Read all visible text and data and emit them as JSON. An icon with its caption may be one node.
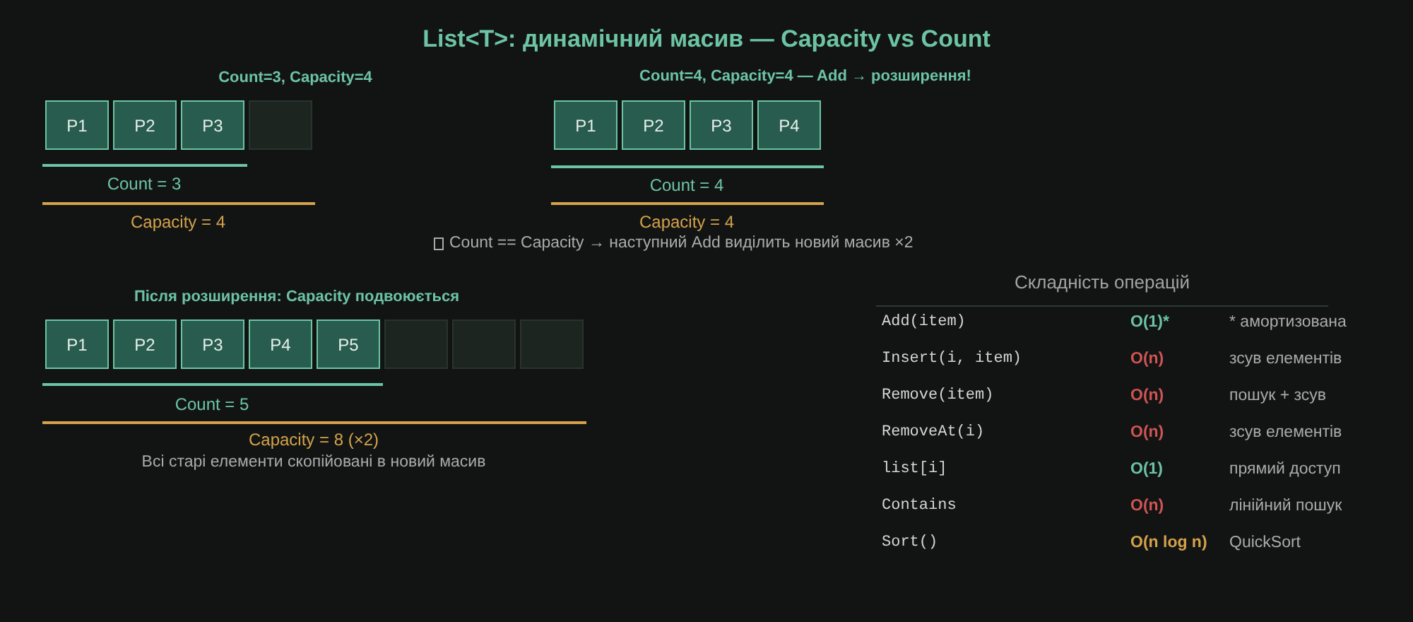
{
  "diagram": {
    "title": "List<T>: динамічний масив — Capacity vs Count",
    "nodes": [
      {
        "text": [
          "P1"
        ]
      },
      {
        "text": [
          "P2"
        ]
      },
      {
        "text": [
          "P3"
        ]
      },
      {
        "text": [],
        "shape": "box"
      },
      {
        "text": [
          "P1"
        ]
      },
      {
        "text": [
          "P2"
        ]
      },
      {
        "text": [
          "P3"
        ]
      },
      {
        "text": [
          "P4"
        ]
      },
      {
        "text": [
          "P1"
        ]
      },
      {
        "text": [
          "P2"
        ]
      },
      {
        "text": [
          "P3"
        ]
      },
      {
        "text": [
          "P4"
        ]
      },
      {
        "text": [
          "P5"
        ]
      },
      {
        "text": [],
        "shape": "box"
      },
      {
        "text": [],
        "shape": "box"
      },
      {
        "text": [],
        "shape": "box"
      }
    ],
    "labels": [
      "Count=3, Capacity=4",
      "Count=4, Capacity=4 — Add → розширення!",
      "Count = 3",
      "Count = 4",
      "Capacity = 4",
      "Capacity = 4",
      "Count == Capacity → наступний Add виділить новий масив ×2",
      "Після розширення: Capacity подвоюється",
      "Count = 5",
      "Capacity = 8 (×2)",
      "Всі старі елементи скопійовані в новий масив",
      "Складність операцій",
      "Add(item)",
      "O(1)*",
      "* амортизована",
      "Insert(i, item)",
      "O(n)",
      "зсув елементів",
      "Remove(item)",
      "O(n)",
      "пошук + зсув",
      "RemoveAt(i)",
      "O(n)",
      "зсув елементів",
      "list[i]",
      "O(1)",
      "прямий доступ",
      "Contains",
      "O(n)",
      "лінійний пошук",
      "Sort()",
      "O(n log n)",
      "QuickSort"
    ]
  }
}
